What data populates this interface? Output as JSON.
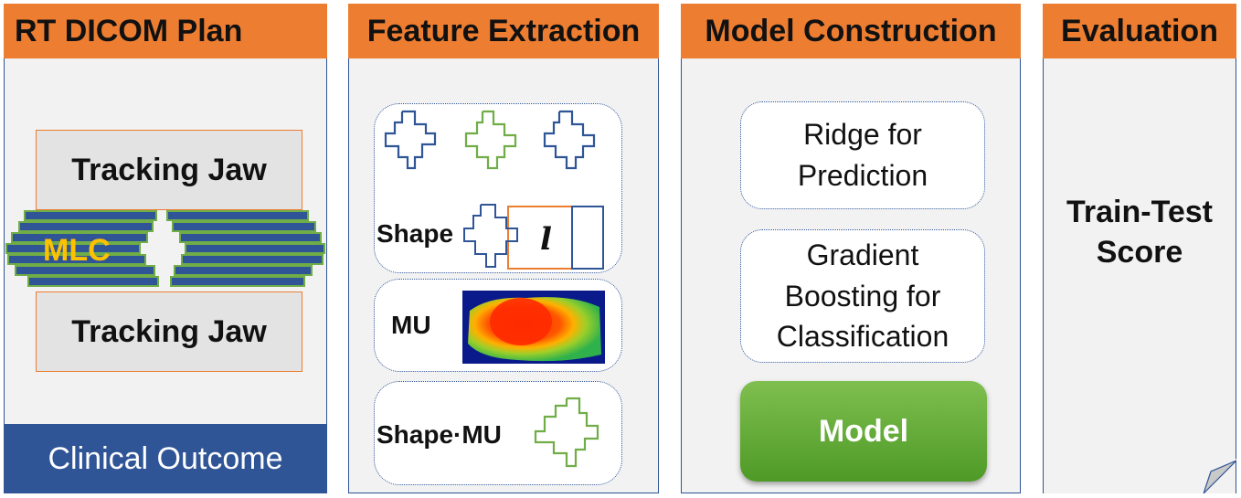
{
  "stages": {
    "plan": {
      "title": "RT DICOM Plan",
      "jaw_top": "Tracking Jaw",
      "jaw_bottom": "Tracking Jaw",
      "mlc": "MLC",
      "outcome": "Clinical Outcome"
    },
    "features": {
      "title": "Feature Extraction",
      "shape": "Shape",
      "length_symbol": "l",
      "mu": "MU",
      "shape_mu": "Shape·MU"
    },
    "model": {
      "title": "Model Construction",
      "ridge": "Ridge for Prediction",
      "gb_line1": "Gradient",
      "gb_line2": "Boosting for",
      "gb_line3": "Classification",
      "ridge_line1": "Ridge for",
      "ridge_line2": "Prediction",
      "model": "Model"
    },
    "evaluation": {
      "title": "Evaluation",
      "line1": "Train-Test",
      "line2": "Score"
    }
  },
  "colors": {
    "header": "#ed7d31",
    "border": "#2f5597",
    "mlc_leaf": "#2f5597",
    "mlc_edge": "#70ad47",
    "model": "#5ea832",
    "mlc_text": "#ffc000"
  }
}
